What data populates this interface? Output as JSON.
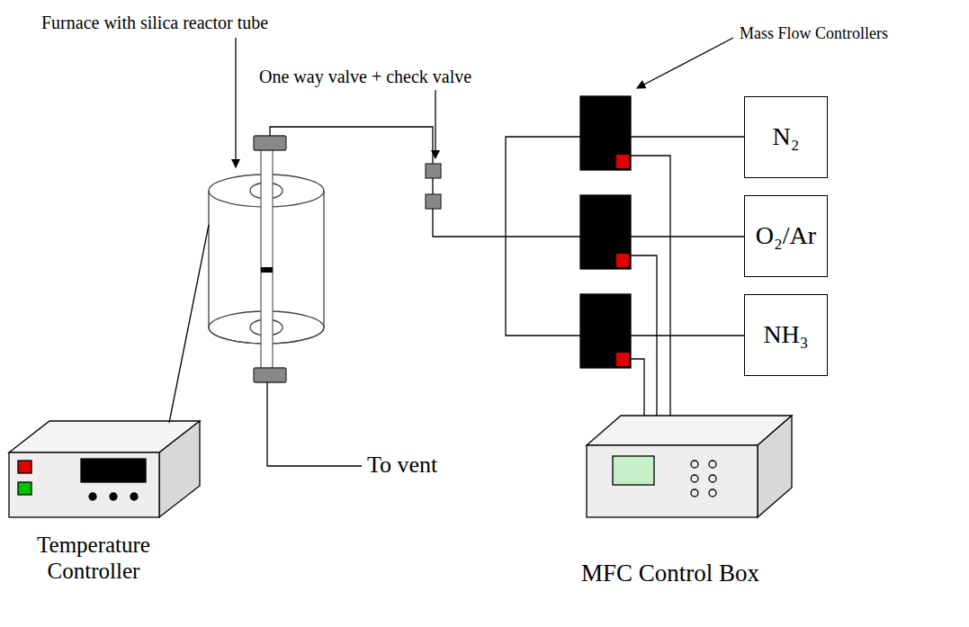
{
  "diagram": {
    "nodes": [
      {
        "text": [
          "N₂"
        ]
      },
      {
        "text": [
          "O₂/Ar"
        ]
      },
      {
        "text": [
          "NH₃"
        ]
      }
    ],
    "labels": [
      "Furnace with silica reactor tube",
      "One way valve + check valve",
      "Mass Flow Controllers",
      "To vent",
      "Temperature Controller",
      "MFC Control Box"
    ]
  }
}
